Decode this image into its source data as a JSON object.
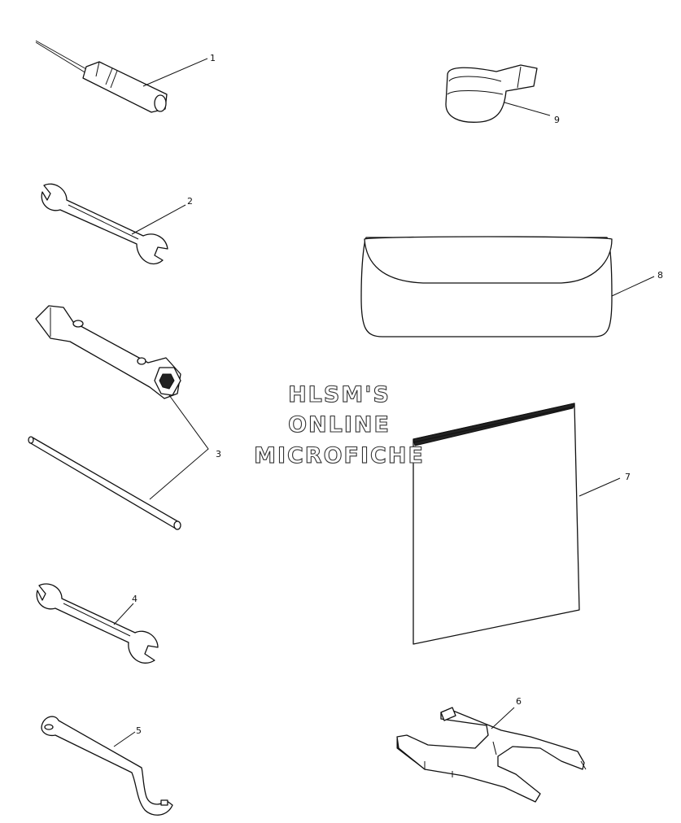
{
  "watermark": {
    "line1": "HLSM'S",
    "line2": "ONLINE",
    "line3": "MICROFICHE"
  },
  "callouts": {
    "part1": "1",
    "part2": "2",
    "part3": "3",
    "part4": "4",
    "part5": "5",
    "part6": "6",
    "part7": "7",
    "part8": "8",
    "part9": "9"
  }
}
